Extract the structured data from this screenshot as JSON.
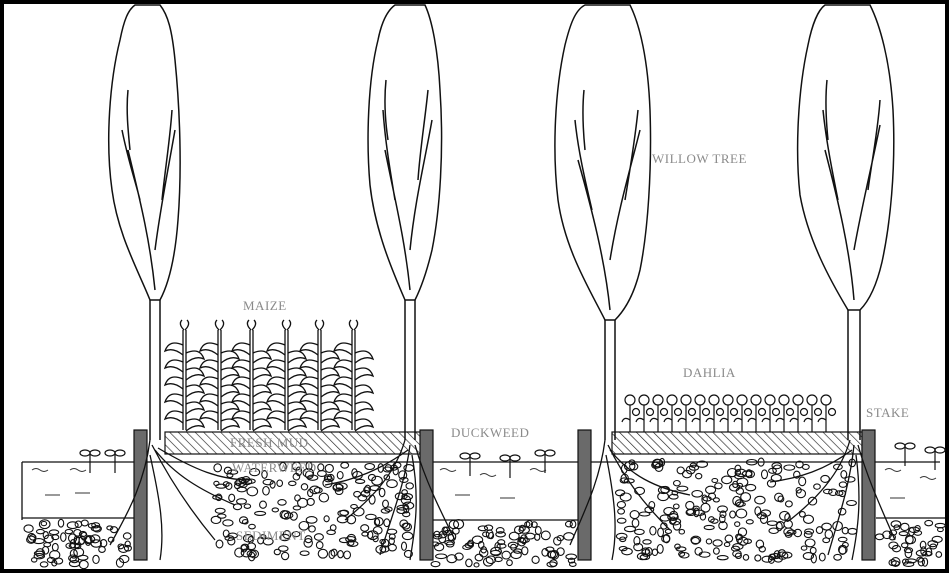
{
  "labels": {
    "maize": "MAIZE",
    "fresh_mud": "FRESH MUD",
    "waterweed": "WATERWEED",
    "sediment": "SEDIMENT",
    "duckweed": "DUCKWEED",
    "willow_tree": "WILLOW TREE",
    "dahlia": "DAHLIA",
    "stake": "STAKE"
  }
}
